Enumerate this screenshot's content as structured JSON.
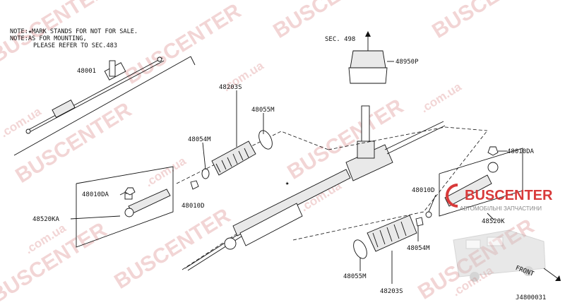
{
  "notes": {
    "line1": "NOTE:★MARK STANDS FOR NOT FOR SALE.",
    "line2": "NOTE:AS FOR MOUNTING,",
    "line3": "PLEASE REFER TO SEC.483"
  },
  "labels": {
    "p48001": "48001",
    "p48203s_top": "48203S",
    "p48055m_top": "48055M",
    "p48054m_left": "48054M",
    "p48010d_left": "48010D",
    "p48010da_left": "48010DA",
    "p48520ka": "48520KA",
    "sec498": "SEC. 498",
    "p48950p": "48950P",
    "star": "★",
    "p48010d_right": "48010D",
    "p48010da_right": "48010DA",
    "p48520k": "48520K",
    "p48054m_right": "48054M",
    "p48055m_bottom": "48055M",
    "p48203s_bottom": "48203S",
    "front": "FRONT",
    "diagram_code": "J4800031"
  },
  "watermark": {
    "brand": "BUSCENTER",
    "domain": ".com.ua",
    "logo_title": "BUSCENTER",
    "logo_subtitle": "АВТОМОБІЛЬНІ ЗАПЧАСТИНИ"
  },
  "colors": {
    "ink": "#111111",
    "watermark": "#e8b4b4",
    "logo": "#d83a3a"
  }
}
